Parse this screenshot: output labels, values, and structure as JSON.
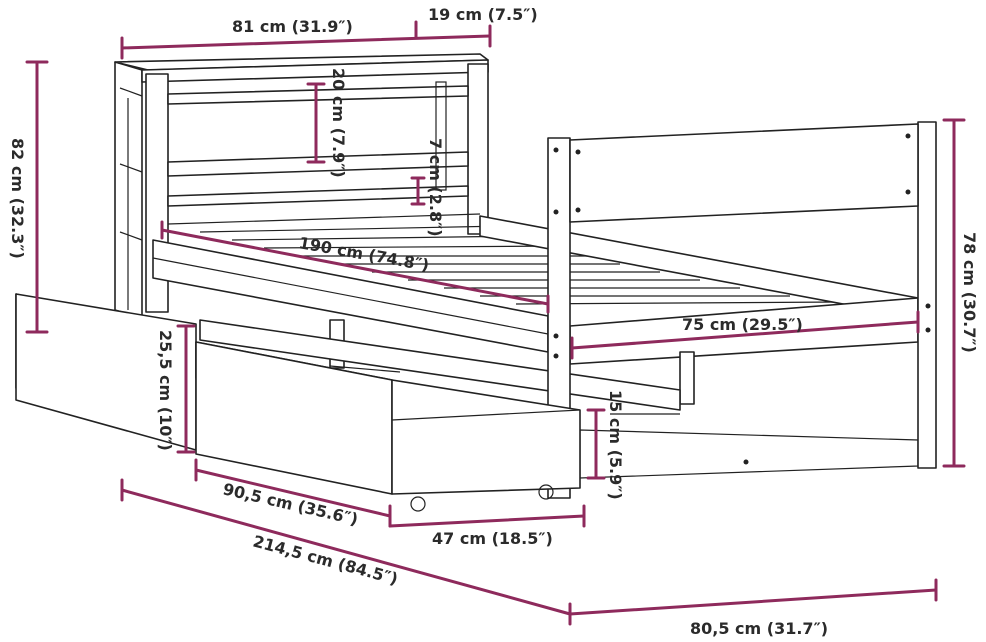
{
  "diagram": {
    "dimensions": {
      "headboard_width": "81 cm (31.9″)",
      "headboard_depth": "19 cm (7.5″)",
      "headboard_height": "82 cm (32.3″)",
      "shelf_height": "20 cm (7.9″)",
      "shelf_gap": "7 cm (2.8″)",
      "bed_length": "190 cm (74.8″)",
      "bed_width": "75 cm (29.5″)",
      "footboard_height": "78 cm (30.7″)",
      "drawer_height": "25,5 cm (10″)",
      "under_clearance": "15 cm (5.9″)",
      "drawer_length": "90,5 cm (35.6″)",
      "drawer_width": "47 cm (18.5″)",
      "overall_length": "214,5 cm (84.5″)",
      "overall_width": "80,5 cm (31.7″)"
    },
    "colors": {
      "dimension_line": "#8e2a5c",
      "outline": "#222222",
      "background": "#ffffff"
    }
  }
}
